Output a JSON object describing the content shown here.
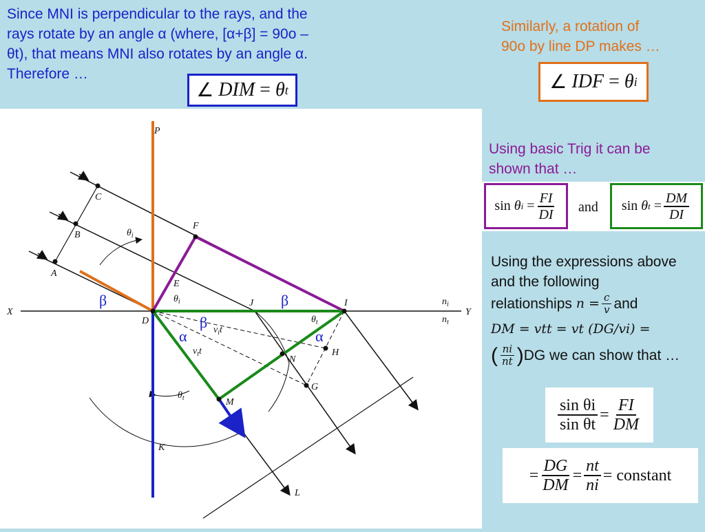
{
  "top_left": {
    "line1": "Since MNI is perpendicular to the rays, and the",
    "line2": "rays rotate by an angle α (where, [α+β] = 90o –",
    "line3": "θt), that means MNI also rotates by an angle α.",
    "line4": "Therefore …"
  },
  "eq_dim": {
    "angle": "∠",
    "lhs": "DIM",
    "eq": "=",
    "rhs": "θ",
    "sub": "t"
  },
  "top_right": {
    "line1": "Similarly, a rotation of",
    "line2": "90o by line DP makes …"
  },
  "eq_idf": {
    "angle": "∠",
    "lhs": "IDF",
    "eq": "=",
    "rhs": "θ",
    "sub": "i"
  },
  "trig": {
    "line1": "Using basic Trig it can be",
    "line2": "shown that …",
    "sin": "sin",
    "theta": "θ",
    "sub_i": "i",
    "sub_t": "t",
    "eq": "=",
    "num1": "FI",
    "den1": "DI",
    "and": "and",
    "num2": "DM",
    "den2": "DI"
  },
  "expressions": {
    "line1": "Using the expressions above",
    "line2": "and the following",
    "line3": "relationships",
    "n_eq": "n =",
    "c": "c",
    "v": "v",
    "and": "and",
    "line4": "DM = vtt = vt (DG/vi) =",
    "line5_frac_num": "ni",
    "line5_frac_den": "nt",
    "line5": "DG we can show that …"
  },
  "eq_ratio": {
    "num": "sin θi",
    "den": "sin θt",
    "eq": "=",
    "rnum": "FI",
    "rden": "DM"
  },
  "eq_const": {
    "eq1": "=",
    "n1": "DG",
    "d1": "DM",
    "eq2": "=",
    "n2": "nt",
    "d2": "ni",
    "eq3": "= constant"
  },
  "diagram": {
    "labels": {
      "P": "P",
      "C": "C",
      "B": "B",
      "A": "A",
      "F": "F",
      "E": "E",
      "X": "X",
      "Y": "Y",
      "D": "D",
      "J": "J",
      "I": "I",
      "N": "N",
      "H": "H",
      "G": "G",
      "M": "M",
      "K": "K",
      "L": "L",
      "ni": "n",
      "ni_sub": "i",
      "nt": "n",
      "nt_sub": "t",
      "theta_i_top": "θ",
      "theta_i_top_sub": "i",
      "theta_i_mid": "θ",
      "theta_i_mid_sub": "i",
      "theta_t_right": "θ",
      "theta_t_right_sub": "t",
      "theta_t_low": "θ",
      "theta_t_low_sub": "t",
      "vit": "v",
      "vit_sub": "i",
      "vit_t": "t",
      "vtt": "v",
      "vtt_sub": "t",
      "vtt_t": "t"
    },
    "greek": {
      "beta_left": "β",
      "beta_mid": "β",
      "beta_right": "β",
      "alpha_left": "α",
      "alpha_right": "α"
    },
    "colors": {
      "orange": "#e0701a",
      "purple": "#8b1a96",
      "green": "#1a8a1a",
      "blue": "#1a22c8"
    }
  }
}
